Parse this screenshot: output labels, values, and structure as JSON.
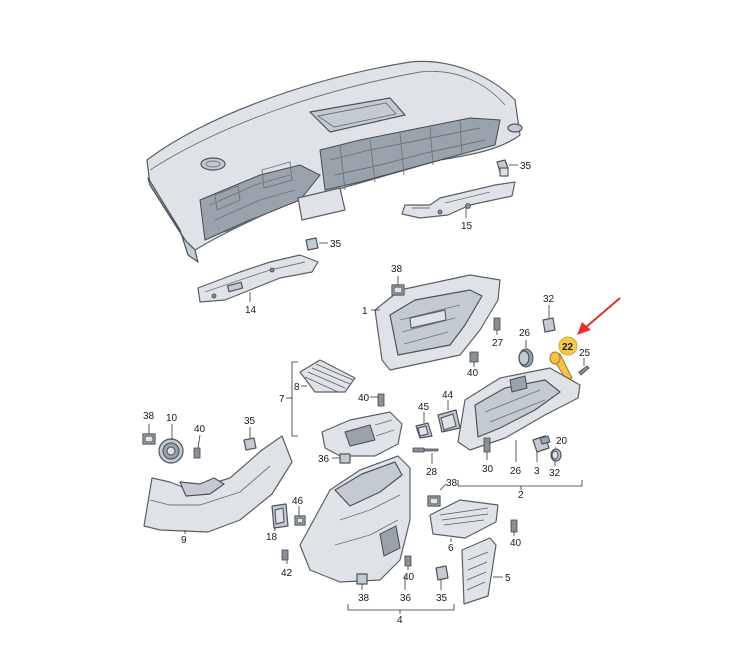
{
  "diagram": {
    "highlight": {
      "label": "22",
      "color": "#f2c94c"
    },
    "arrow_color": "#e8302a",
    "callouts": [
      "35",
      "35",
      "15",
      "14",
      "38",
      "1",
      "27",
      "40",
      "26",
      "32",
      "25",
      "8",
      "7",
      "40",
      "45",
      "44",
      "38",
      "10",
      "40",
      "35",
      "36",
      "28",
      "30",
      "26",
      "3",
      "32",
      "20",
      "2",
      "9",
      "46",
      "18",
      "42",
      "38",
      "40",
      "6",
      "5",
      "40",
      "38",
      "36",
      "35",
      "4"
    ]
  }
}
